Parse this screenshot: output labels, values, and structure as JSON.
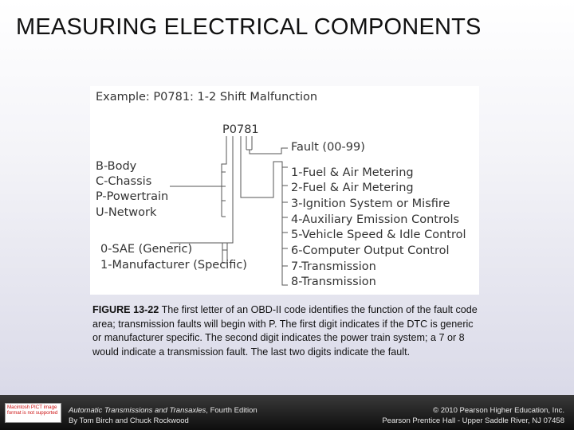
{
  "slide": {
    "title": "MEASURING ELECTRICAL COMPONENTS"
  },
  "figure": {
    "example_heading": "Example: P0781: 1-2 Shift Malfunction",
    "code": "P0781",
    "fault_label": "Fault (00-99)",
    "letter_codes": [
      "B-Body",
      "C-Chassis",
      "P-Powertrain",
      "U-Network"
    ],
    "first_digit_codes": [
      "0-SAE (Generic)",
      "1-Manufacturer (Specific)"
    ],
    "system_codes": [
      "1-Fuel & Air Metering",
      "2-Fuel & Air Metering",
      "3-Ignition System or Misfire",
      "4-Auxiliary Emission Controls",
      "5-Vehicle Speed & Idle Control",
      "6-Computer Output Control",
      "7-Transmission",
      "8-Transmission"
    ]
  },
  "caption": {
    "label": "FIGURE 13-22",
    "text": "The first letter of an OBD-II code identifies the function of the fault code area; transmission faults will begin with P. The first digit indicates if the DTC is generic or manufacturer specific. The second digit indicates the power train system; a 7 or 8 would indicate a transmission fault. The last two digits indicate the fault."
  },
  "footer": {
    "logo_text": "Macintosh PICT image format is not supported",
    "book_title": "Automatic Transmissions and Transaxles",
    "edition": ", Fourth Edition",
    "authors": "By Tom Birch and Chuck Rockwood",
    "copyright": "© 2010 Pearson Higher Education, Inc.",
    "publisher": "Pearson Prentice Hall - Upper Saddle River, NJ 07458"
  }
}
